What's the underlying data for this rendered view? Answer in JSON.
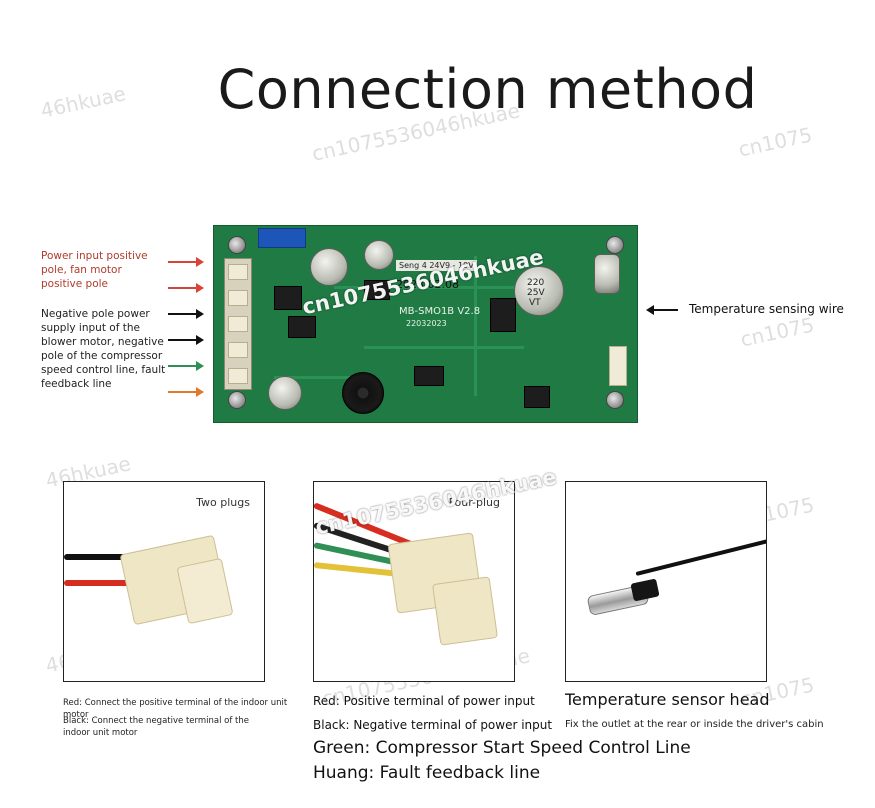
{
  "title": "Connection method",
  "board": {
    "silk_model": "Seng 4 24V9 - 19V",
    "silk_date": "2023.02.08",
    "silk_pcb": "MB-SMO1B V2.8",
    "silk_code": "22032023",
    "cap_label_1": "220",
    "cap_label_2": "25V",
    "cap_label_3": "VT"
  },
  "left_labels": {
    "power_positive": "Power input positive pole, fan motor positive pole",
    "negative": "Negative pole power supply input of the blower motor, negative pole of the compressor speed control line, fault feedback line"
  },
  "right_label": "Temperature sensing wire",
  "arrow_colors": {
    "red": "#d9443a",
    "black": "#111111",
    "green": "#2f8f55",
    "orange": "#e07a2a"
  },
  "plug_two": {
    "tag": "Two plugs",
    "caption_red": "Red: Connect the positive terminal of the indoor unit motor",
    "caption_black": "Black: Connect the negative terminal of the indoor unit motor"
  },
  "plug_four": {
    "tag": "Four-plug",
    "caption_red": "Red: Positive terminal of power input",
    "caption_black": "Black: Negative terminal of power input",
    "caption_green": "Green: Compressor Start Speed Control Line",
    "caption_huang": "Huang: Fault feedback line"
  },
  "sensor": {
    "heading": "Temperature sensor head",
    "caption": "Fix the outlet at the rear or inside the driver's cabin"
  },
  "watermarks": {
    "a": "46hkuae",
    "b": "cn1075536046hkuae",
    "c": "cn1075"
  }
}
